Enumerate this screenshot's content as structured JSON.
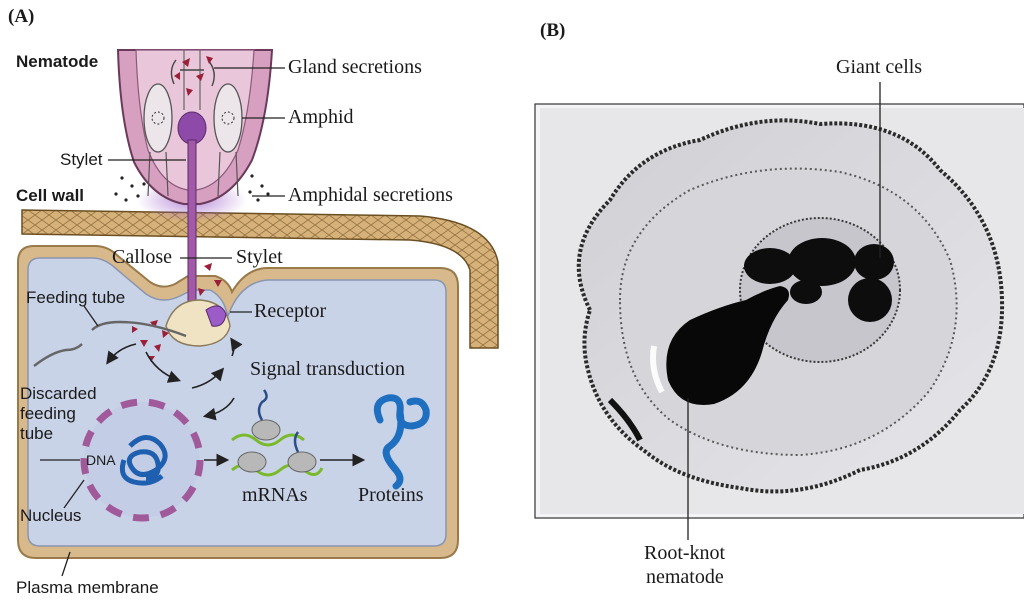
{
  "panel_a": {
    "letter": "(A)",
    "labels": {
      "nematode": "Nematode",
      "gland_secretions": "Gland secretions",
      "amphid": "Amphid",
      "stylet_top": "Stylet",
      "cell_wall": "Cell wall",
      "amphidal_secretions": "Amphidal secretions",
      "callose": "Callose",
      "stylet_mid": "Stylet",
      "feeding_tube": "Feeding tube",
      "receptor": "Receptor",
      "signal_transduction": "Signal transduction",
      "discarded_line1": "Discarded",
      "discarded_line2": "feeding",
      "discarded_line3": "tube",
      "dna": "DNA",
      "mrnas": "mRNAs",
      "proteins": "Proteins",
      "nucleus": "Nucleus",
      "plasma_membrane": "Plasma membrane"
    }
  },
  "panel_b": {
    "letter": "(B)",
    "labels": {
      "giant_cells": "Giant cells",
      "root_knot_line1": "Root-knot",
      "root_knot_line2": "nematode"
    }
  },
  "colors": {
    "cell_fill": "#c9d3e8",
    "cell_border": "#d8b98c",
    "cell_wall": "#d6b27a",
    "nematode_body": "#d8a0c0",
    "nematode_inner": "#e9c6da",
    "stylet": "#a259a8",
    "triangle": "#9b1f38",
    "dna": "#1f5fb0",
    "protein": "#1f6fc0",
    "nucleus_dash": "#a05a9a"
  }
}
